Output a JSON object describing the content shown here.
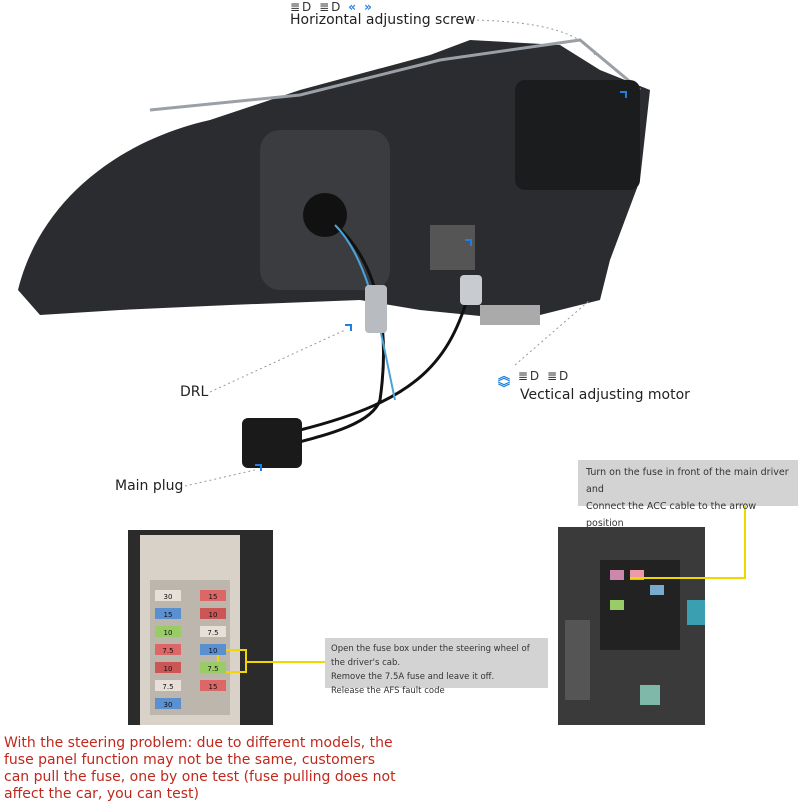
{
  "labels": {
    "horizontal": {
      "icons": [
        "low-beam-icon",
        "high-beam-icon"
      ],
      "arrows": "« »",
      "text": "Horizontal adjusting screw"
    },
    "drl": "DRL",
    "vertical": {
      "arrows_up": "︽",
      "arrows_down": "︾",
      "text": "Vectical adjusting motor"
    },
    "main_plug": "Main plug"
  },
  "fuse_note": [
    "Open the fuse box under the steering wheel of the driver's cab.",
    "Remove the 7.5A fuse and leave it off.",
    "Release the AFS fault code"
  ],
  "acc_note": [
    "Turn on the fuse in front of the main driver and",
    "Connect the ACC cable to the arrow position"
  ],
  "fuse_labels": [
    "30",
    "15",
    "15",
    "10",
    "10",
    "7.5",
    "7.5",
    "10",
    "10",
    "7.5",
    "7.5",
    "15",
    "30"
  ],
  "warning": "With the steering problem: due to different models, the fuse panel function may not be the same, customers can pull the fuse, one by one test (fuse pulling does not affect the car, you can test)",
  "colors": {
    "accent": "#1e7fe0",
    "callout": "#f2d600",
    "warning": "#c0281c",
    "note_bg": "#d3d3d3"
  }
}
